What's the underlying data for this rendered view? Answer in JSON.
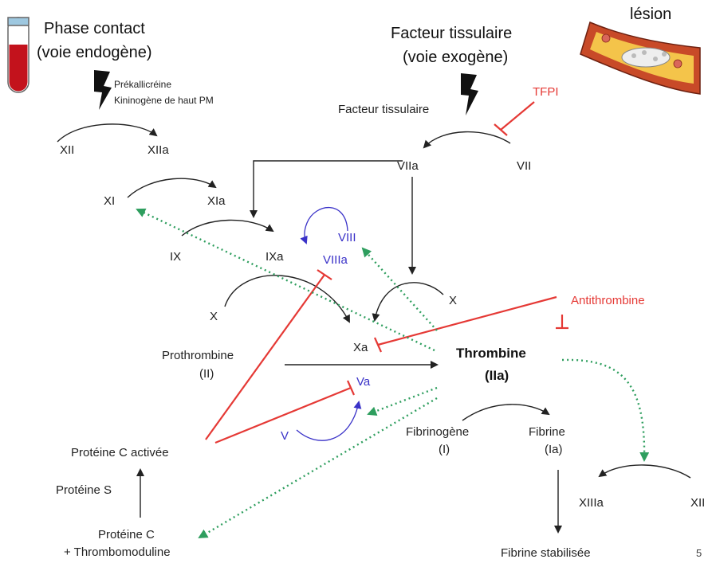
{
  "phase_contact": {
    "line1": "Phase contact",
    "line2": "(voie endogène)"
  },
  "facteur_tissulaire_title": {
    "line1": "Facteur tissulaire",
    "line2": "(voie exogène)"
  },
  "lesion_label": "lésion",
  "contact_factors": {
    "line1": "Prékallicréine",
    "line2": "Kininogène de haut PM"
  },
  "facteur_tissulaire_label": "Facteur tissulaire",
  "tfpi": "TFPI",
  "nodes": {
    "xii": "XII",
    "xiia": "XIIa",
    "xi": "XI",
    "xia": "XIa",
    "ix": "IX",
    "ixa": "IXa",
    "viii": "VIII",
    "viiia": "VIIIa",
    "viia": "VIIa",
    "vii": "VII",
    "x_left": "X",
    "x_right": "X",
    "xa": "Xa",
    "antithrombine": "Antithrombine",
    "prothrombine": "Prothrombine",
    "prothrombine_ii": "(II)",
    "thrombine": "Thrombine",
    "thrombine_iia": "(IIa)",
    "va": "Va",
    "v": "V",
    "fibrinogene": "Fibrinogène",
    "fibrinogene_i": "(I)",
    "fibrine": "Fibrine",
    "fibrine_ia": "(Ia)",
    "proteine_c_activee": "Protéine C activée",
    "proteine_s": "Protéine S",
    "proteine_c": "Protéine C",
    "thrombomoduline": "+ Thrombomoduline",
    "xiiia": "XIIIa",
    "xii_right": "XII",
    "fibrine_stabilisee": "Fibrine stabilisée"
  },
  "page_number": "5",
  "colors": {
    "black": "#222222",
    "red": "#e53935",
    "blue": "#3a32c8",
    "green": "#2e9e5e"
  }
}
